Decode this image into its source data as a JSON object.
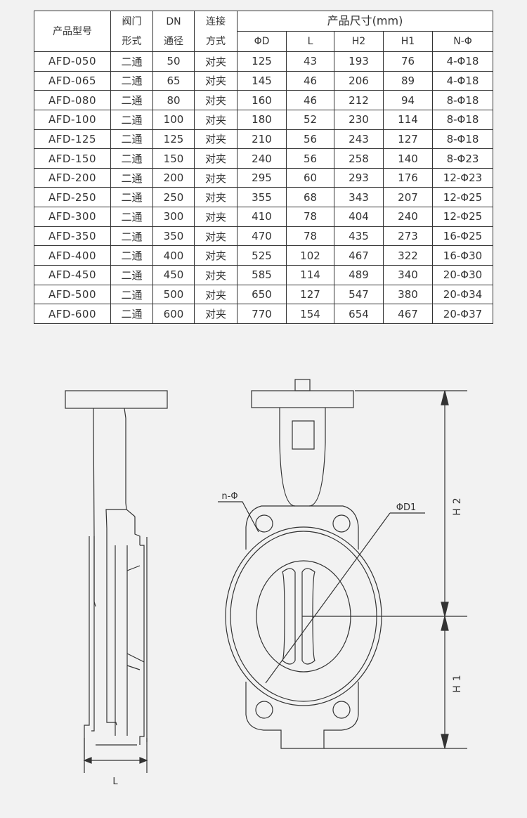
{
  "table": {
    "headers": {
      "model": "产品型号",
      "valve_form": [
        "阀门",
        "形式"
      ],
      "dn": [
        "DN",
        "通径"
      ],
      "connection": [
        "连接",
        "方式"
      ],
      "dimensions_group": "产品尺寸(mm)",
      "dim_columns": [
        "ΦD",
        "L",
        "H2",
        "H1",
        "N-Φ"
      ]
    },
    "rows": [
      {
        "model": "AFD-050",
        "form": "二通",
        "dn": "50",
        "conn": "对夹",
        "d": "125",
        "l": "43",
        "h2": "193",
        "h1": "76",
        "nphi": "4-Φ18"
      },
      {
        "model": "AFD-065",
        "form": "二通",
        "dn": "65",
        "conn": "对夹",
        "d": "145",
        "l": "46",
        "h2": "206",
        "h1": "89",
        "nphi": "4-Φ18"
      },
      {
        "model": "AFD-080",
        "form": "二通",
        "dn": "80",
        "conn": "对夹",
        "d": "160",
        "l": "46",
        "h2": "212",
        "h1": "94",
        "nphi": "8-Φ18"
      },
      {
        "model": "AFD-100",
        "form": "二通",
        "dn": "100",
        "conn": "对夹",
        "d": "180",
        "l": "52",
        "h2": "230",
        "h1": "114",
        "nphi": "8-Φ18"
      },
      {
        "model": "AFD-125",
        "form": "二通",
        "dn": "125",
        "conn": "对夹",
        "d": "210",
        "l": "56",
        "h2": "243",
        "h1": "127",
        "nphi": "8-Φ18"
      },
      {
        "model": "AFD-150",
        "form": "二通",
        "dn": "150",
        "conn": "对夹",
        "d": "240",
        "l": "56",
        "h2": "258",
        "h1": "140",
        "nphi": "8-Φ23"
      },
      {
        "model": "AFD-200",
        "form": "二通",
        "dn": "200",
        "conn": "对夹",
        "d": "295",
        "l": "60",
        "h2": "293",
        "h1": "176",
        "nphi": "12-Φ23"
      },
      {
        "model": "AFD-250",
        "form": "二通",
        "dn": "250",
        "conn": "对夹",
        "d": "355",
        "l": "68",
        "h2": "343",
        "h1": "207",
        "nphi": "12-Φ25"
      },
      {
        "model": "AFD-300",
        "form": "二通",
        "dn": "300",
        "conn": "对夹",
        "d": "410",
        "l": "78",
        "h2": "404",
        "h1": "240",
        "nphi": "12-Φ25"
      },
      {
        "model": "AFD-350",
        "form": "二通",
        "dn": "350",
        "conn": "对夹",
        "d": "470",
        "l": "78",
        "h2": "435",
        "h1": "273",
        "nphi": "16-Φ25"
      },
      {
        "model": "AFD-400",
        "form": "二通",
        "dn": "400",
        "conn": "对夹",
        "d": "525",
        "l": "102",
        "h2": "467",
        "h1": "322",
        "nphi": "16-Φ30"
      },
      {
        "model": "AFD-450",
        "form": "二通",
        "dn": "450",
        "conn": "对夹",
        "d": "585",
        "l": "114",
        "h2": "489",
        "h1": "340",
        "nphi": "20-Φ30"
      },
      {
        "model": "AFD-500",
        "form": "二通",
        "dn": "500",
        "conn": "对夹",
        "d": "650",
        "l": "127",
        "h2": "547",
        "h1": "380",
        "nphi": "20-Φ34"
      },
      {
        "model": "AFD-600",
        "form": "二通",
        "dn": "600",
        "conn": "对夹",
        "d": "770",
        "l": "154",
        "h2": "654",
        "h1": "467",
        "nphi": "20-Φ37"
      }
    ]
  },
  "drawing": {
    "label_l": "L",
    "label_n_phi": "n-Φ",
    "label_phi_d1": "ΦD1",
    "label_h2": "H2",
    "label_h1": "H1"
  },
  "colors": {
    "background": "#f2f2f2",
    "table_bg": "#ffffff",
    "line": "#333333"
  }
}
